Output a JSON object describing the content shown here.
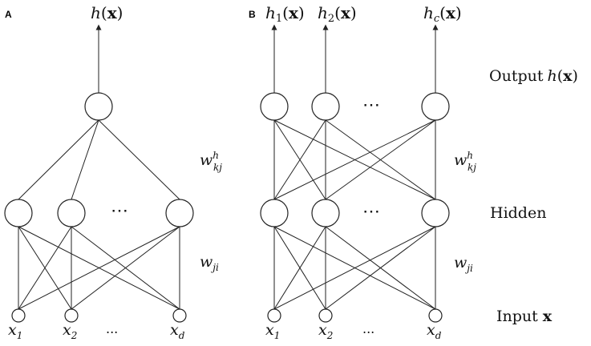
{
  "panels": [
    {
      "label": "A",
      "output_labels": [
        {
          "fn": "h",
          "sub": "",
          "arg": "x"
        }
      ],
      "hidden_ellipsis": "⋯",
      "input_labels": [
        {
          "var": "x",
          "sub": "1"
        },
        {
          "var": "x",
          "sub": "2"
        },
        {
          "var": "x",
          "sub": "d"
        }
      ],
      "input_ellipsis": "...",
      "weight_top": {
        "base": "w",
        "sup": "h",
        "sub": "kj"
      },
      "weight_bottom": {
        "base": "w",
        "sup": "",
        "sub": "ji"
      }
    },
    {
      "label": "B",
      "output_labels": [
        {
          "fn": "h",
          "sub": "1",
          "arg": "x"
        },
        {
          "fn": "h",
          "sub": "2",
          "arg": "x"
        },
        {
          "fn": "h",
          "sub": "c",
          "arg": "x"
        }
      ],
      "output_ellipsis": "⋯",
      "hidden_ellipsis": "⋯",
      "input_labels": [
        {
          "var": "x",
          "sub": "1"
        },
        {
          "var": "x",
          "sub": "2"
        },
        {
          "var": "x",
          "sub": "d"
        }
      ],
      "input_ellipsis": "...",
      "weight_top": {
        "base": "w",
        "sup": "h",
        "sub": "kj"
      },
      "weight_bottom": {
        "base": "w",
        "sup": "",
        "sub": "ji"
      }
    }
  ],
  "layer_labels": {
    "output": {
      "text": "Output",
      "fn": "h",
      "arg": "x"
    },
    "hidden": {
      "text": "Hidden"
    },
    "input": {
      "text": "Input",
      "var": "x"
    }
  },
  "colors": {
    "stroke": "#222222",
    "text": "#111111",
    "background": "#ffffff"
  }
}
